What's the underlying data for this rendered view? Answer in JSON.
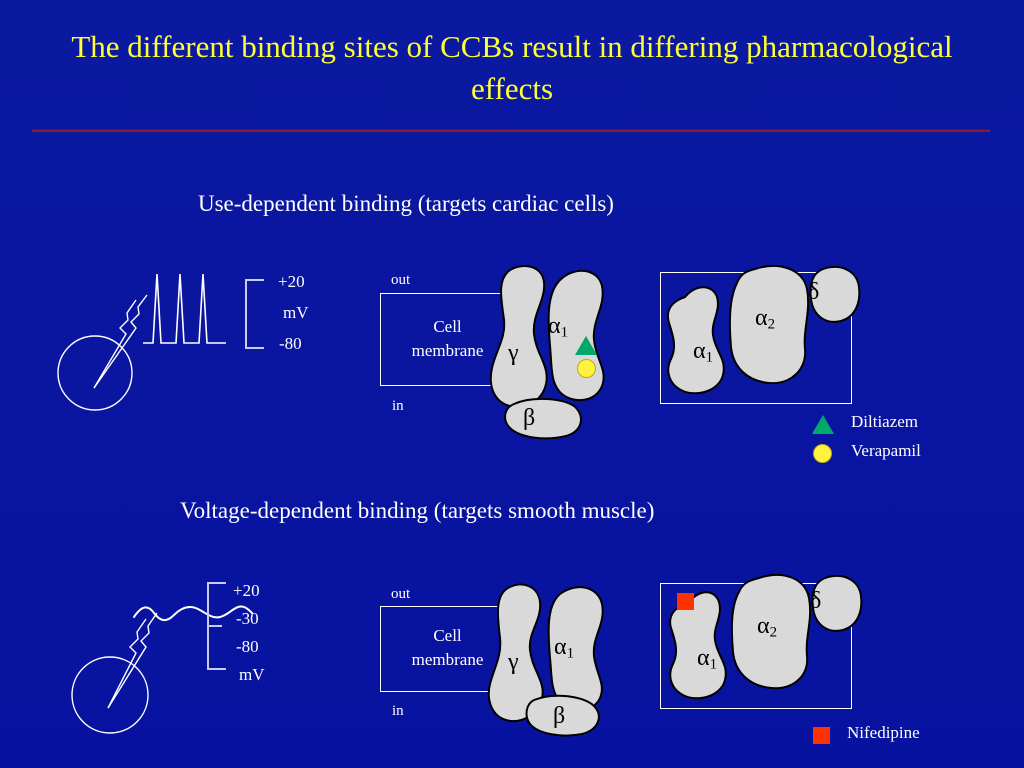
{
  "slide": {
    "title": "The different binding sites of CCBs result in differing pharmacological effects",
    "background_color": "#0A16A0",
    "title_color": "#FFFF33",
    "rule_color": "#8B1A2B",
    "text_color": "#FFFFFF"
  },
  "sections": [
    {
      "id": "use-dependent",
      "heading": "Use-dependent binding (targets cardiac cells)",
      "recording": {
        "trace_type": "action-potential-spikes",
        "spike_count": 3,
        "scale_ticks": [
          "+20",
          "-80"
        ],
        "units": "mV",
        "unit_position": "middle"
      },
      "membrane": {
        "outside_label": "out",
        "inside_label": "in",
        "box_label_line1": "Cell",
        "box_label_line2": "membrane"
      },
      "left_complex_subunits": [
        {
          "name": "gamma",
          "glyph": "γ",
          "subscript": ""
        },
        {
          "name": "alpha1",
          "glyph": "α",
          "subscript": "1"
        },
        {
          "name": "beta",
          "glyph": "β",
          "subscript": ""
        }
      ],
      "right_complex_subunits": [
        {
          "name": "alpha1",
          "glyph": "α",
          "subscript": "1"
        },
        {
          "name": "alpha2",
          "glyph": "α",
          "subscript": "2"
        },
        {
          "name": "delta",
          "glyph": "δ",
          "subscript": ""
        }
      ],
      "bound_drugs": [
        {
          "name": "Diltiazem",
          "marker": "triangle",
          "color": "#00A86B",
          "site": "alpha1-outer"
        },
        {
          "name": "Verapamil",
          "marker": "circle",
          "color": "#FFF23F",
          "site": "alpha1-inner"
        }
      ],
      "legend": [
        {
          "marker": "triangle",
          "color": "#00A86B",
          "label": "Diltiazem"
        },
        {
          "marker": "circle",
          "color": "#FFF23F",
          "label": "Verapamil"
        }
      ]
    },
    {
      "id": "voltage-dependent",
      "heading": "Voltage-dependent binding (targets smooth muscle)",
      "recording": {
        "trace_type": "slow-wave-oscillation",
        "spike_count": 0,
        "scale_ticks": [
          "+20",
          "-30",
          "-80"
        ],
        "units": "mV",
        "unit_position": "below"
      },
      "membrane": {
        "outside_label": "out",
        "inside_label": "in",
        "box_label_line1": "Cell",
        "box_label_line2": "membrane"
      },
      "left_complex_subunits": [
        {
          "name": "gamma",
          "glyph": "γ",
          "subscript": ""
        },
        {
          "name": "alpha1",
          "glyph": "α",
          "subscript": "1"
        },
        {
          "name": "beta",
          "glyph": "β",
          "subscript": ""
        }
      ],
      "right_complex_subunits": [
        {
          "name": "alpha1",
          "glyph": "α",
          "subscript": "1"
        },
        {
          "name": "alpha2",
          "glyph": "α",
          "subscript": "2"
        },
        {
          "name": "delta",
          "glyph": "δ",
          "subscript": ""
        }
      ],
      "bound_drugs": [
        {
          "name": "Nifedipine",
          "marker": "square",
          "color": "#FF3300",
          "site": "alpha1-upper-left"
        }
      ],
      "legend": [
        {
          "marker": "square",
          "color": "#FF3300",
          "label": "Nifedipine"
        }
      ]
    }
  ]
}
